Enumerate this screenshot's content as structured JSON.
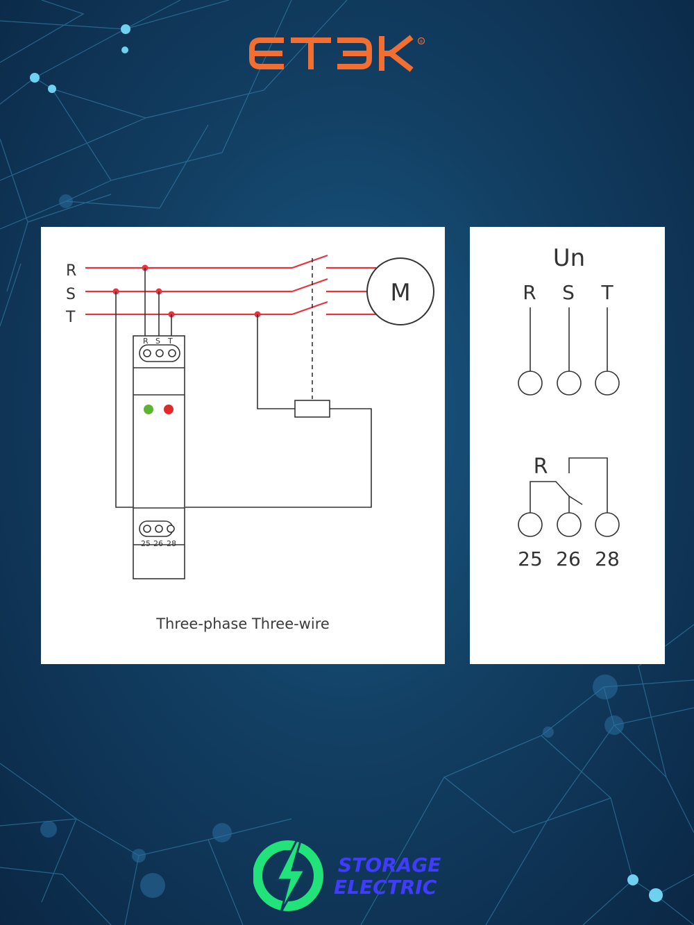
{
  "brand": {
    "name": "ETƎK",
    "registered_mark": "®"
  },
  "wiring_diagram": {
    "phase_labels": [
      "R",
      "S",
      "T"
    ],
    "device_top_terminals": [
      "R",
      "S",
      "T"
    ],
    "device_bottom_terminals": [
      "25",
      "26",
      "28"
    ],
    "motor_label": "M",
    "caption": "Three-phase Three-wire",
    "line_color": "#e8323c",
    "led_colors": [
      "#5cb531",
      "#e02a2a"
    ]
  },
  "terminal_diagram": {
    "supply_label": "Un",
    "supply_terminals": [
      "R",
      "S",
      "T"
    ],
    "relay_label": "R",
    "relay_terminals": [
      "25",
      "26",
      "28"
    ]
  },
  "footer": {
    "line1": "STORAGE",
    "line2": "ELECTRIC",
    "accent_color": "#22e37a",
    "text_color": "#3f3cff"
  }
}
